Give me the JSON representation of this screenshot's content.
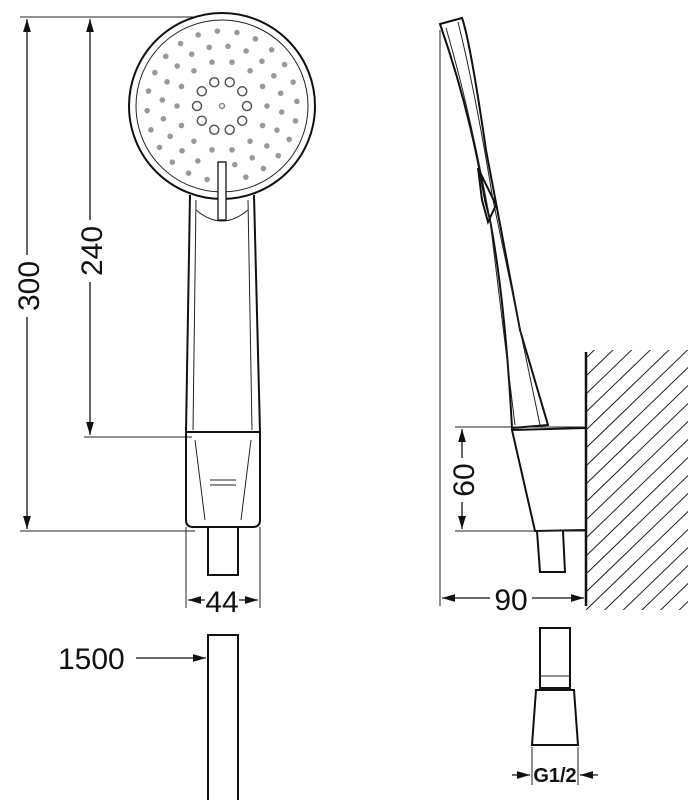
{
  "dimensions": {
    "total_height": "300",
    "head_height": "240",
    "holder_width": "44",
    "hose_length": "1500",
    "holder_height": "60",
    "projection": "90",
    "thread": "G1/2"
  }
}
